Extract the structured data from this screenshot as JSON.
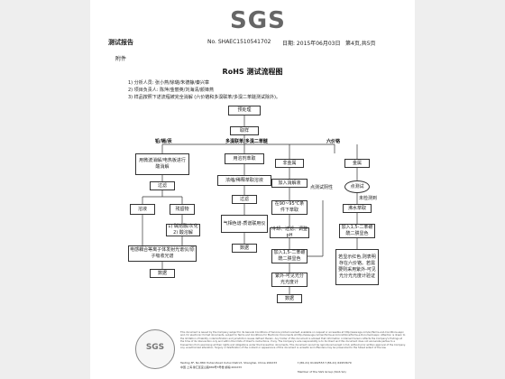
{
  "header": {
    "logo": "SGS",
    "report_title": "测试报告",
    "report_no": "No. SHAEC1510541702",
    "date": "日期: 2015年06月03日",
    "page": "第4页,共5页",
    "attachment": "附件"
  },
  "doc_title": "RoHS 测试流程图",
  "notes": [
    "1) 分析人员: 张小燕/徐璐/朱德静/秦兴章",
    "2) 项目负责人: 陈萍/金丽英/刘海清/颜锋燕",
    "3) 样品按照下述流程被完全消解 (六价铬和多溴联苯/多溴二苯醚测试除外)。"
  ],
  "flow": {
    "start": "预处理",
    "sampling": "取样",
    "branch_pb": "铅/镉/汞",
    "branch_pbb": "多溴联苯/多溴二苯醚",
    "branch_cr": "六价铬",
    "pb_digest": "用微波消解/电热板进行酸消解",
    "filter1": "过滤",
    "solution": "溶液",
    "residue": "残留物",
    "residue_step": "1) 碱熔融/灰化 2) 酸溶解",
    "icp": "电感耦合等离子体发射光谱仪/原子吸收光谱",
    "data1": "数据",
    "pbb_extract": "用溶剂萃取",
    "pbb_concentrate": "浓缩/稀释萃取溶液",
    "filter2": "过滤",
    "gcms": "气相色谱-质谱联用仪",
    "data2": "数据",
    "nonmetal": "非金属",
    "metal": "金属",
    "add_solution": "加入消解液",
    "heat": "在90~95℃条件下萃取",
    "cool_filter": "冷却、过滤、调整 pH",
    "add_dpc": "加入1,5-二苯碳酰二肼显色",
    "uv": "紫外-可见光分光光度计",
    "data3": "数据",
    "spot_test": "点测试",
    "spot_neg": "点测试阴性",
    "undetected": "未检测到",
    "boiling": "沸水萃取",
    "add_dpc_metal": "加入1,5-二苯碳酰二肼显色",
    "positive_note": "若显示红色,则表明存在六价铬。若需要则采用紫外-可见光分光光度计验证"
  },
  "footer": {
    "seal": "SGS",
    "fine_print": "This document is issued by the Company subject to its General Conditions of Service printed overleaf, available on request or accessible at http://www.sgs.com/en/Terms-and-Conditions.aspx and, for electronic format documents, subject to Terms and Conditions for Electronic Documents at http://www.sgs.com/en/Terms-and-Conditions/Terms-e-Document.aspx. Attention is drawn to the limitation of liability, indemnification and jurisdiction issues defined therein. Any holder of this document is advised that information contained hereon reflects the Company's findings at the time of its intervention only and within the limits of Client's instructions, if any. The Company's sole responsibility is to its Client and this document does not exonerate parties to a transaction from exercising all their rights and obligations under the transaction documents. This document cannot be reproduced except in full, without prior written approval of the Company. Any unauthorized alteration, forgery or falsification of the content or appearance of this document is unlawful and offenders may be prosecuted to the fullest extent of the law.",
    "address1": "Testing 3F, No.889 Yishan Road Xuhui District, Shanghai, China 200233",
    "address2": "中国·上海·徐汇区宜山路889号3号楼 邮编:200233",
    "phone": "t (86-21) 61402553 f (86-21) 64953679",
    "member": "Member of the SGS Group (SGS SA)"
  }
}
